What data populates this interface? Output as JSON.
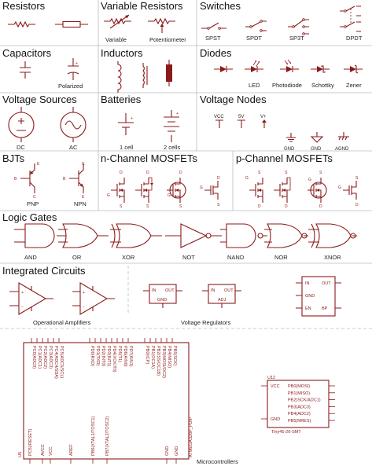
{
  "sections": {
    "resistors": "Resistors",
    "variable_resistors": "Variable Resistors",
    "switches": "Switches",
    "capacitors": "Capacitors",
    "inductors": "Inductors",
    "diodes": "Diodes",
    "voltage_sources": "Voltage Sources",
    "batteries": "Batteries",
    "voltage_nodes": "Voltage Nodes",
    "bjts": "BJTs",
    "n_mosfets": "n-Channel MOSFETs",
    "p_mosfets": "p-Channel MOSFETs",
    "logic_gates": "Logic Gates",
    "integrated_circuits": "Integrated Circuits"
  },
  "labels": {
    "variable": "Variable",
    "potentiometer": "Potentiometer",
    "spst": "SPST",
    "spdt": "SPDT",
    "sp3t": "SP3T",
    "dpdt": "DPDT",
    "polarized": "Polarized",
    "led": "LED",
    "photodiode": "Photodiode",
    "schottky": "Schottky",
    "zener": "Zener",
    "dc": "DC",
    "ac": "AC",
    "one_cell": "1 cell",
    "two_cells": "2 cells",
    "vcc": "VCC",
    "five_v": "5V",
    "v_plus": "V+",
    "gnd1": "GND",
    "gnd2": "GND",
    "agnd": "AGND",
    "pnp": "PNP",
    "npn": "NPN",
    "and": "AND",
    "or": "OR",
    "xor": "XOR",
    "not": "NOT",
    "nand": "NAND",
    "nor": "NOR",
    "xnor": "XNOR",
    "op_amps": "Operational Amplifiers",
    "voltage_regulators": "Voltage Regulators",
    "microcontrollers": "Microcontrollers"
  },
  "pins": {
    "bjt_b": "B",
    "bjt_e": "E",
    "bjt_c": "C",
    "fet_g": "G",
    "fet_d": "D",
    "fet_s": "S",
    "opamp_plus": "+",
    "opamp_minus": "−",
    "reg_in": "IN",
    "reg_out": "OUT",
    "reg_gnd": "GND",
    "reg_adj": "ADJ",
    "reg3_en": "EN",
    "reg3_bp": "BP"
  },
  "atmega": {
    "part": "ATMEGA328P_PDIP",
    "ref": "U5",
    "top_left_pins": [
      "PC0(ADC0)",
      "PC1(ADC1)",
      "PC2(ADC2)",
      "PC3(ADC3)",
      "PC4(ADC4/SDA)",
      "PC5(ADC5/SCL)"
    ],
    "top_mid_pins": [
      "PD0(RXD)",
      "PD1(TXD)",
      "PD2(INT0)",
      "PD3(INT1)",
      "PD4(XCK/T0)",
      "PD5(T1)",
      "PD6(AIN0)",
      "PD7(AIN1)"
    ],
    "top_right_pins": [
      "PB0(ICP)",
      "PB1(OC1A)",
      "PB2(SS/OC1B)",
      "PB3(MOSI/OC2)",
      "PB4(MISO)",
      "PB5(SCK)"
    ],
    "bottom_pins": [
      "PC6(/RESET)",
      "AVCC",
      "VCC",
      "AREF",
      "PB6(XTAL1/TOSC1)",
      "PB7(XTAL2/TOSC2)",
      "GND",
      "GND"
    ]
  },
  "attiny": {
    "ref": "U12",
    "part": "Tiny45-20-SMT",
    "left_pins": [
      "VCC",
      "GND"
    ],
    "right_pins": [
      "PB0(MOSI)",
      "PB1(MISO)",
      "PB2(SCK/ADC1)",
      "PB3(ADC3)",
      "PB4(ADC2)",
      "PB5(NRES)"
    ]
  }
}
